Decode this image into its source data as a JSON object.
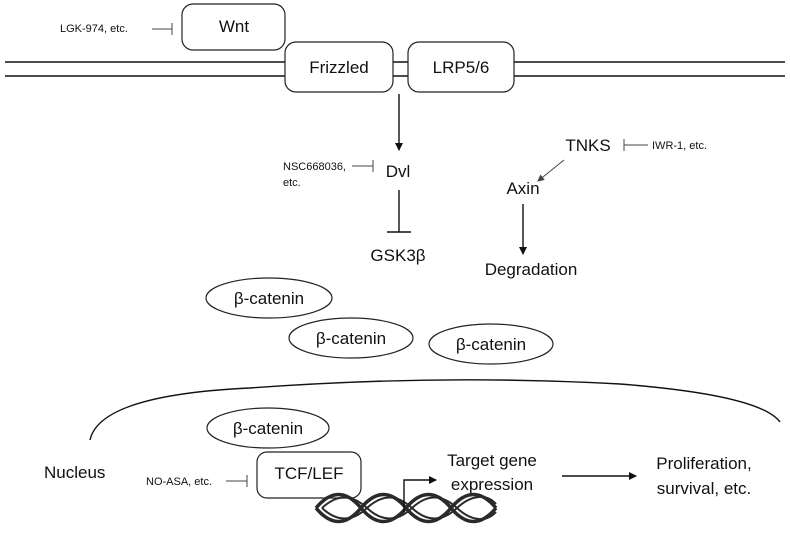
{
  "nodes": {
    "wnt": "Wnt",
    "frizzled": "Frizzled",
    "lrp": "LRP5/6",
    "dvl": "Dvl",
    "gsk3b": "GSK3β",
    "tnks": "TNKS",
    "axin": "Axin",
    "degradation": "Degradation",
    "catenin_1": "β-catenin",
    "catenin_2": "β-catenin",
    "catenin_3": "β-catenin",
    "catenin_nuclear": "β-catenin",
    "tcf_lef": "TCF/LEF",
    "nucleus": "Nucleus",
    "target_gene_line1": "Target gene",
    "target_gene_line2": "expression",
    "proliferation_line1": "Proliferation,",
    "proliferation_line2": "survival, etc."
  },
  "inhibitors": {
    "lgk": "LGK-974, etc.",
    "nsc_line1": "NSC668036,",
    "nsc_line2": "etc.",
    "iwr": "IWR-1, etc.",
    "noasa": "NO-ASA, etc."
  },
  "colors": {
    "line": "#111111",
    "box_stroke": "#222222",
    "dna_strand": "#2a2a2a"
  }
}
